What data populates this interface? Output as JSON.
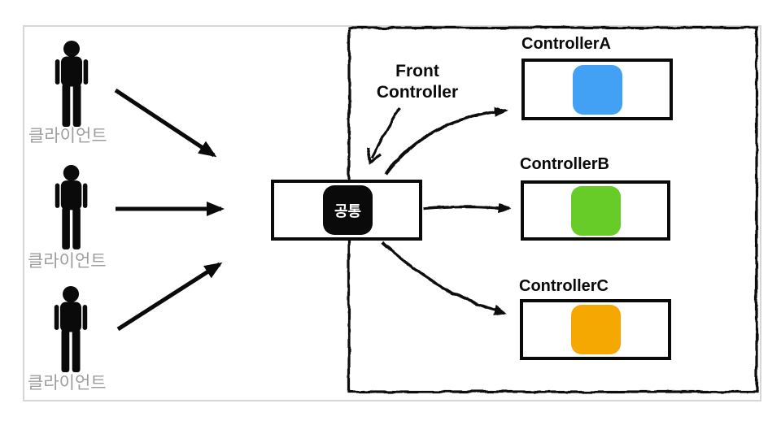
{
  "clients": [
    {
      "label": "클라이언트"
    },
    {
      "label": "클라이언트"
    },
    {
      "label": "클라이언트"
    }
  ],
  "front_controller": {
    "label": "Front Controller"
  },
  "common_box": {
    "label": "공통"
  },
  "controllers": [
    {
      "name": "ControllerA",
      "color": "#42A0F5"
    },
    {
      "name": "ControllerB",
      "color": "#67CB28"
    },
    {
      "name": "ControllerC",
      "color": "#F6A802"
    }
  ],
  "icons": {
    "client": "person-silhouette-icon"
  },
  "colors": {
    "ink": "#0a0a0a",
    "client_label": "#9d9d9d",
    "frame_border": "#d6d6d6",
    "background": "#ffffff"
  }
}
